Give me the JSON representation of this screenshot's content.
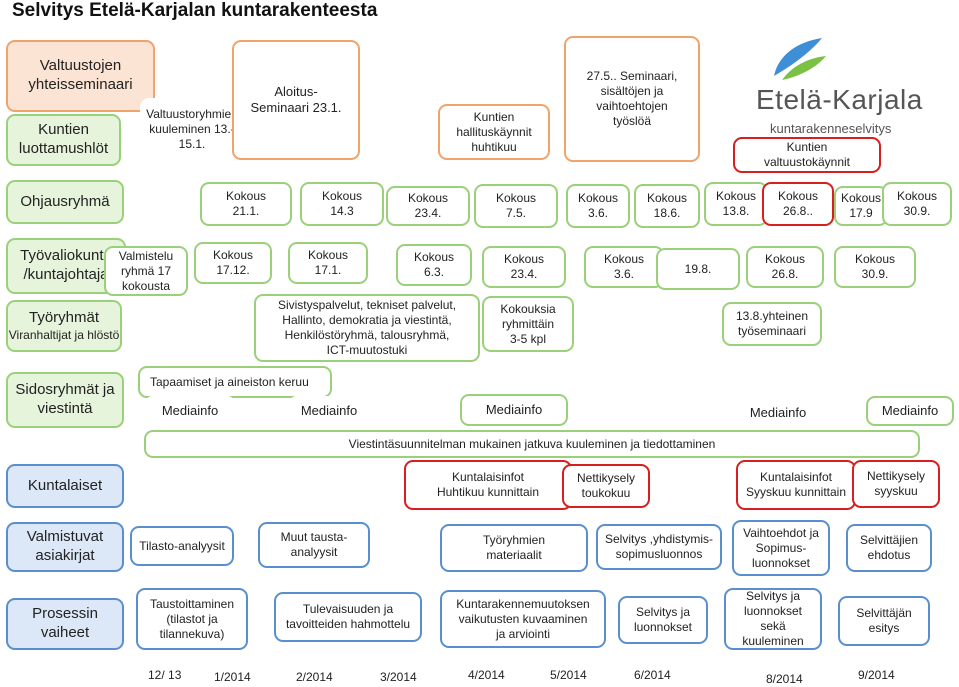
{
  "title": "Selvitys Etelä-Karjalan kuntarakenteesta",
  "logo": {
    "name": "Etelä-Karjala",
    "sub": "kuntarakenneselvitys"
  },
  "colors": {
    "orange": "#f0a36a",
    "green": "#9bd07a",
    "red": "#d81e1e",
    "blue": "#5a8fcf"
  },
  "rows": {
    "valtuustojen": "Valtuustojen yhteisseminaari",
    "kuntien_luottamus": "Kuntien luottamushlöt",
    "ohjausryhma": "Ohjausryhmä",
    "tyovaliokunta": "Työvaliokunta /kuntajohtaja",
    "tyoryhmat": "Työryhmät",
    "tyoryhmat_sub": "Viranhaltijat ja hlöstö",
    "sidosryhmat": "Sidosryhmät ja viestintä",
    "kuntalaiset": "Kuntalaiset",
    "valmistuvat": "Valmistuvat asiakirjat",
    "prosessin": "Prosessin vaiheet"
  },
  "top": {
    "valtuustoryhmien": "Valtuustoryhmien kuuleminen 13.-\n15.1.",
    "aloitus": "Aloitus-\nSeminaari 23.1.",
    "hallituskaynnit": "Kuntien\nhallituskäynnit\nhuhtikuu",
    "seminaari": "27.5.. Seminaari,\nsisältöjen ja\nvaihtoehtojen\ntyöslöä",
    "valtuustokaynnit": "Kuntien\nvaltuustokäynnit"
  },
  "ohjaus": [
    "Kokous\n21.1.",
    "Kokous\n14.3",
    "Kokous\n23.4.",
    "Kokous\n7.5.",
    "Kokous\n3.6.",
    "Kokous\n18.6.",
    "Kokous\n13.8.",
    "Kokous\n26.8..",
    "Kokous\n17.9",
    "Kokous\n30.9."
  ],
  "tyovaliokunta": {
    "valmistelu": "Valmistelu\nryhmä 17\nkokousta",
    "meetings": [
      "Kokous\n17.12.",
      "Kokous\n17.1.",
      "Kokous\n6.3.",
      "Kokous\n23.4.",
      "Kokous\n3.6.",
      "19.8.",
      "Kokous\n26.8.",
      "Kokous\n30.9."
    ]
  },
  "tyoryhmat": {
    "sivistys": "Sivistyspalvelut, tekniset palvelut,\nHallinto, demokratia ja viestintä,\nHenkilöstöryhmä, talousryhmä,\nICT-muutostuki",
    "kokouksia": "Kokouksia\nryhmittäin\n3-5 kpl",
    "yhteinen": "13.8.yhteinen\ntyöseminaari"
  },
  "sidos": {
    "tapaamiset": "Tapaamiset ja aineiston keruu",
    "mediainfo": "Mediainfo",
    "viestinta": "Viestintäsuunnitelman mukainen jatkuva kuuleminen ja tiedottaminen"
  },
  "kuntalaiset": {
    "info1": "Kuntalaisinfot\nHuhtikuu kunnittain",
    "netti1": "Nettikysely\ntoukokuu",
    "info2": "Kuntalaisinfot\nSyyskuu kunnittain",
    "netti2": "Nettikysely\nsyyskuu"
  },
  "asiakirjat": [
    "Tilasto-analyysit",
    "Muut tausta-\nanalyysit",
    "Työryhmien\nmateriaalit",
    "Selvitys ,yhdistymis-\nsopimusluonnos",
    "Vaihtoehdot ja\nSopimus-\nluonnokset",
    "Selvittäjien\nehdotus"
  ],
  "vaiheet": [
    "Taustoittaminen\n(tilastot ja\ntilannekuva)",
    "Tulevaisuuden ja\ntavoitteiden hahmottelu",
    "Kuntarakennemuutoksen\nvaikutusten kuvaaminen\nja arviointi",
    "Selvitys ja\nluonnokset",
    "Selvitys ja\nluonnokset\nsekä\nkuuleminen",
    "Selvittäjän\nesitys"
  ],
  "months": [
    "12/ 13",
    "1/2014",
    "2/2014",
    "3/2014",
    "4/2014",
    "5/2014",
    "6/2014",
    "8/2014",
    "9/2014"
  ]
}
